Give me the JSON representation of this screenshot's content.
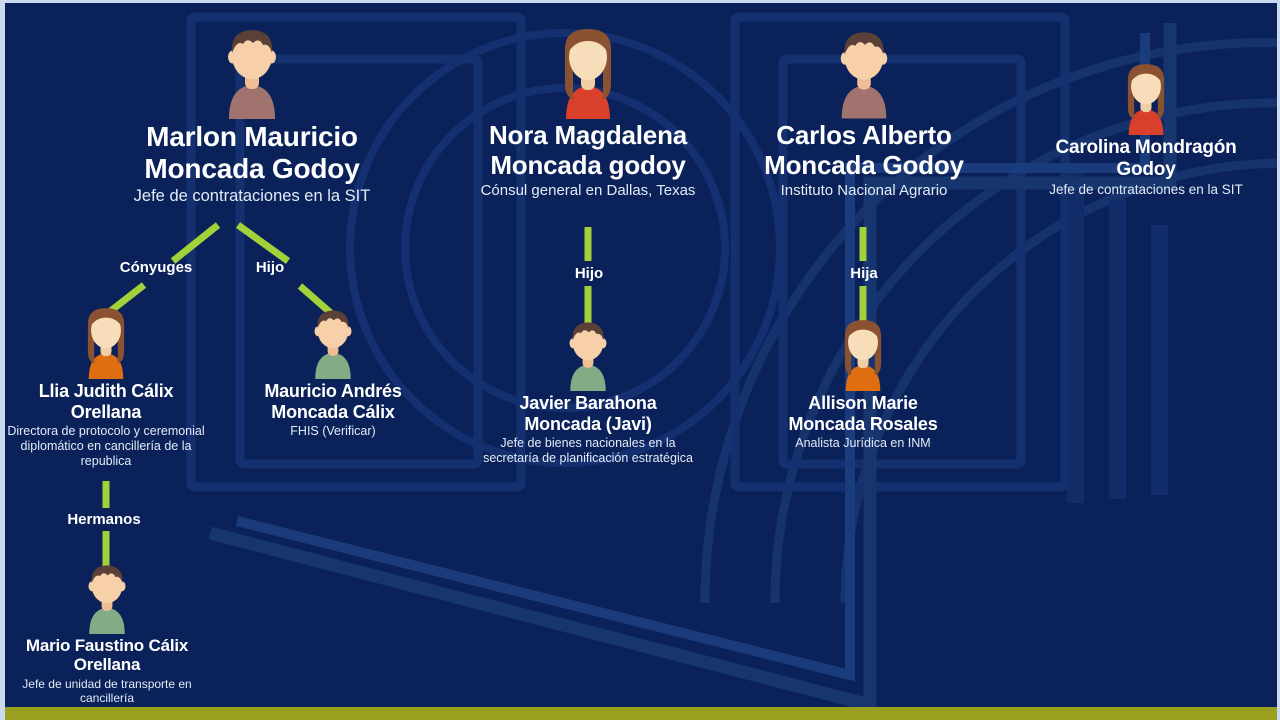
{
  "theme": {
    "background": "#0a2259",
    "background_shape": "#14306e",
    "connector_green": "#a3d13a",
    "bottom_bar": "#99a01f",
    "border_light": "#c9d9ef",
    "name_color": "#ffffff",
    "role_color": "#e3ebf7"
  },
  "diagram": {
    "type": "family-tree",
    "title_text": "",
    "nodes": [
      {
        "id": "marlon",
        "name": "Marlon Mauricio\nMoncada Godoy",
        "role": "Jefe de contrataciones en la SIT",
        "avatar": "male-avatar",
        "avatar_hair": "#5a4037",
        "avatar_shirt": "#a1736e",
        "avatar_skin": "#f7cfa8"
      },
      {
        "id": "nora",
        "name": "Nora Magdalena\nMoncada godoy",
        "role": "Cónsul general en Dallas, Texas",
        "avatar": "female-avatar",
        "avatar_hair": "#8a5231",
        "avatar_shirt": "#d9402c",
        "avatar_skin": "#f7ddb9"
      },
      {
        "id": "carlos",
        "name": "Carlos Alberto\nMoncada Godoy",
        "role": "Instituto Nacional Agrario",
        "avatar": "male-avatar",
        "avatar_hair": "#5a4037",
        "avatar_shirt": "#a1736e",
        "avatar_skin": "#f7cfa8"
      },
      {
        "id": "carolina",
        "name": "Carolina Mondragón\nGodoy",
        "role": "Jefe de contrataciones en la SIT",
        "avatar": "female-avatar",
        "avatar_hair": "#8a5231",
        "avatar_shirt": "#d9402c",
        "avatar_skin": "#f7ddb9"
      },
      {
        "id": "llia",
        "name": "Llia Judith Cálix\nOrellana",
        "role": "Directora de protocolo y ceremonial diplomático en cancillería de la republica",
        "avatar": "female-avatar",
        "avatar_hair": "#8a5231",
        "avatar_shirt": "#df6e10",
        "avatar_skin": "#f7ddb9"
      },
      {
        "id": "mauricio",
        "name": "Mauricio Andrés\nMoncada Cálix",
        "role": "FHIS (Verificar)",
        "avatar": "male-avatar",
        "avatar_hair": "#5a4037",
        "avatar_shirt": "#84ab86",
        "avatar_skin": "#f7cfa8"
      },
      {
        "id": "javier",
        "name": "Javier Barahona\nMoncada (Javi)",
        "role": "Jefe de bienes nacionales en la secretaría de planificación estratégica",
        "avatar": "male-avatar",
        "avatar_hair": "#5a4037",
        "avatar_shirt": "#84ab86",
        "avatar_skin": "#f7cfa8"
      },
      {
        "id": "allison",
        "name": "Allison Marie\nMoncada Rosales",
        "role": "Analista Jurídica en INM",
        "avatar": "female-avatar",
        "avatar_hair": "#8a5231",
        "avatar_shirt": "#df6e10",
        "avatar_skin": "#f7ddb9"
      },
      {
        "id": "mario",
        "name": "Mario Faustino Cálix\nOrellana",
        "role": "Jefe  de unidad de transporte en cancillería",
        "avatar": "male-avatar",
        "avatar_hair": "#5a4037",
        "avatar_shirt": "#84ab86",
        "avatar_skin": "#f7cfa8"
      }
    ],
    "relations": [
      {
        "from": "marlon",
        "to": "llia",
        "label": "Cónyuges"
      },
      {
        "from": "marlon",
        "to": "mauricio",
        "label": "Hijo"
      },
      {
        "from": "nora",
        "to": "javier",
        "label": "Hijo"
      },
      {
        "from": "carlos",
        "to": "allison",
        "label": "Hija"
      },
      {
        "from": "llia",
        "to": "mario",
        "label": "Hermanos"
      }
    ]
  }
}
